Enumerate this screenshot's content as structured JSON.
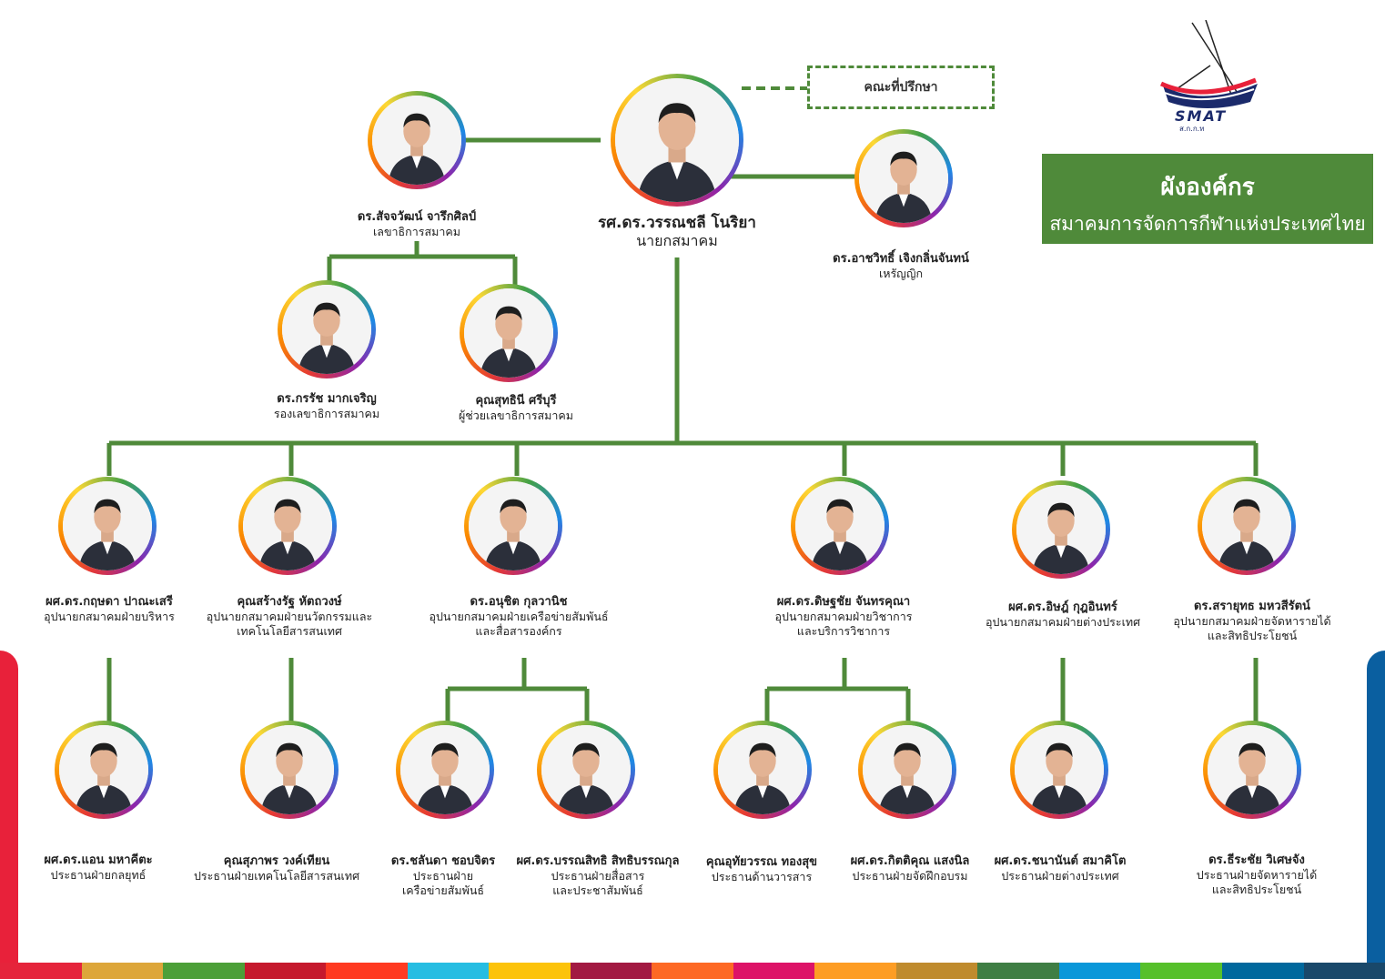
{
  "title": {
    "line1": "ผังองค์กร",
    "line2": "สมาคมการจัดการกีฬาแห่งประเทศไทย"
  },
  "advisor_box": "คณะที่ปรึกษา",
  "logo": {
    "text": "SMAT",
    "subtext": "ส.ก.ก.ท"
  },
  "colors": {
    "accent": "#4f8a3a",
    "left_band": "#e8213a",
    "right_band": "#0a5fa0"
  },
  "stripe_colors": [
    "#e5243b",
    "#dda63a",
    "#4c9f38",
    "#c5192d",
    "#ff3a21",
    "#26bde2",
    "#fcc30b",
    "#a21942",
    "#fd6925",
    "#dd1367",
    "#fd9d24",
    "#bf8b2e",
    "#3f7e44",
    "#0a97d9",
    "#56c02b",
    "#00689d",
    "#19486a"
  ],
  "people": [
    {
      "id": "president",
      "name": "รศ.ดร.วรรณชลี โนริยา",
      "role": [
        "นายกสมาคม"
      ]
    },
    {
      "id": "secretary",
      "name": "ดร.สัจจวัฒน์ จารึกศิลป์",
      "role": [
        "เลขาธิการสมาคม"
      ]
    },
    {
      "id": "treasurer",
      "name": "ดร.อาชวิทธิ์ เจิงกลิ่นจันทน์",
      "role": [
        "เหรัญญิก"
      ]
    },
    {
      "id": "deputy-secretary",
      "name": "ดร.กรรัช มากเจริญ",
      "role": [
        "รองเลขาธิการสมาคม"
      ]
    },
    {
      "id": "assistant-secretary",
      "name": "คุณสุทธินี ศรีบุรี",
      "role": [
        "ผู้ช่วยเลขาธิการสมาคม"
      ]
    },
    {
      "id": "vp-admin",
      "name": "ผศ.ดร.กฤษดา ปาณะเสรี",
      "role": [
        "อุปนายกสมาคมฝ่ายบริหาร"
      ]
    },
    {
      "id": "vp-innovation",
      "name": "คุณสร้างรัฐ หัตถวงษ์",
      "role": [
        "อุปนายกสมาคมฝ่ายนวัตกรรมและ",
        "เทคโนโลยีสารสนเทศ"
      ]
    },
    {
      "id": "vp-network",
      "name": "ดร.อนุชิต กุลวานิช",
      "role": [
        "อุปนายกสมาคมฝ่ายเครือข่ายสัมพันธ์",
        "และสื่อสารองค์กร"
      ]
    },
    {
      "id": "vp-academic",
      "name": "ผศ.ดร.ดิษฐชัย จันทรคุณา",
      "role": [
        "อุปนายกสมาคมฝ่ายวิชาการ",
        "และบริการวิชาการ"
      ]
    },
    {
      "id": "vp-foreign",
      "name": "ผศ.ดร.อิษฎ์ กุฎอินทร์",
      "role": [
        "อุปนายกสมาคมฝ่ายต่างประเทศ"
      ]
    },
    {
      "id": "vp-revenue",
      "name": "ดร.สรายุทธ มหวสีรัตน์",
      "role": [
        "อุปนายกสมาคมฝ่ายจัดหารายได้",
        "และสิทธิประโยชน์"
      ]
    },
    {
      "id": "chair-strategy",
      "name": "ผศ.ดร.แอน มหาคีตะ",
      "role": [
        "ประธานฝ่ายกลยุทธ์"
      ]
    },
    {
      "id": "chair-it",
      "name": "คุณสุภาพร วงค์เทียน",
      "role": [
        "ประธานฝ่ายเทคโนโลยีสารสนเทศ"
      ]
    },
    {
      "id": "chair-network",
      "name": "ดร.ชลันดา ชอบจิตร",
      "role": [
        "ประธานฝ่าย",
        "เครือข่ายสัมพันธ์"
      ]
    },
    {
      "id": "chair-media",
      "name": "ผศ.ดร.บรรณสิทธิ  สิทธิบรรณกุล",
      "role": [
        "ประธานฝ่ายสื่อสาร",
        "และประชาสัมพันธ์"
      ]
    },
    {
      "id": "chair-journal",
      "name": "คุณอุทัยวรรณ ทองสุข",
      "role": [
        "ประธานด้านวารสาร"
      ]
    },
    {
      "id": "chair-training",
      "name": "ผศ.ดร.กิตติคุณ แสงนิล",
      "role": [
        "ประธานฝ่ายจัดฝึกอบรม"
      ]
    },
    {
      "id": "chair-foreign",
      "name": "ผศ.ดร.ชนานันต์ สมาคิโต",
      "role": [
        "ประธานฝ่ายต่างประเทศ"
      ]
    },
    {
      "id": "chair-revenue",
      "name": "ดร.ธีระชัย วิเศษจัง",
      "role": [
        "ประธานฝ่ายจัดหารายได้",
        "และสิทธิประโยชน์"
      ]
    }
  ]
}
